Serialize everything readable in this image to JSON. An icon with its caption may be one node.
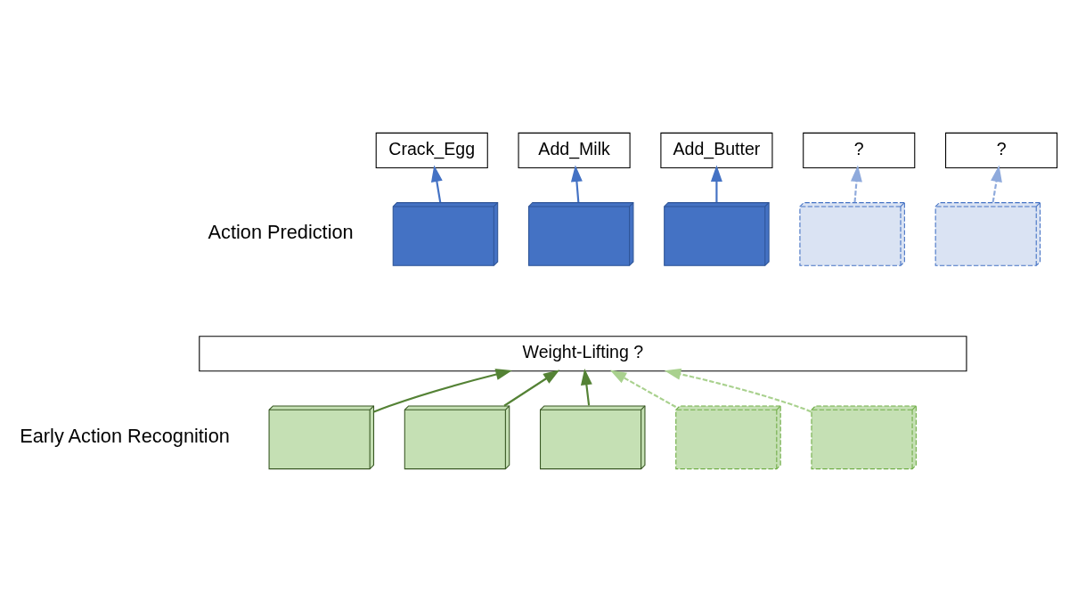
{
  "diagram": {
    "nodes": [
      {
        "text": [
          "Crack_Egg"
        ]
      },
      {
        "text": [
          "Add_Milk"
        ]
      },
      {
        "text": [
          "Add_Butter"
        ]
      },
      {
        "text": [
          "?"
        ]
      },
      {
        "text": [
          "?"
        ]
      },
      {
        "text": [],
        "shape": "box"
      },
      {
        "text": [],
        "shape": "box"
      },
      {
        "text": [],
        "shape": "box"
      },
      {
        "text": [],
        "shape": "box"
      },
      {
        "text": [],
        "shape": "box"
      },
      {
        "text": [
          "Weight-Lifting ?"
        ]
      },
      {
        "text": [],
        "shape": "box"
      },
      {
        "text": [],
        "shape": "box"
      },
      {
        "text": [],
        "shape": "box"
      },
      {
        "text": [],
        "shape": "box"
      },
      {
        "text": [],
        "shape": "box"
      }
    ],
    "edges": [
      {
        "from": 5,
        "to": 0,
        "arrow": "to",
        "color": "#4472c4"
      },
      {
        "from": 6,
        "to": 1,
        "arrow": "to",
        "color": "#4472c4"
      },
      {
        "from": 7,
        "to": 2,
        "arrow": "to",
        "color": "#4472c4"
      },
      {
        "from": 8,
        "to": 3,
        "arrow": "to",
        "style": "dashed",
        "color": "#8faadc"
      },
      {
        "from": 9,
        "to": 4,
        "arrow": "to",
        "style": "dashed",
        "color": "#8faadc"
      },
      {
        "from": 11,
        "to": 10,
        "arrow": "to",
        "color": "#548235"
      },
      {
        "from": 12,
        "to": 10,
        "arrow": "to",
        "color": "#548235"
      },
      {
        "from": 13,
        "to": 10,
        "arrow": "to",
        "color": "#548235"
      },
      {
        "from": 14,
        "to": 10,
        "arrow": "to",
        "style": "dashed",
        "color": "#a9d18e"
      },
      {
        "from": 15,
        "to": 10,
        "arrow": "to",
        "style": "dashed",
        "color": "#a9d18e"
      }
    ],
    "labels": [
      "Action Prediction",
      "Early Action Recognition"
    ]
  }
}
